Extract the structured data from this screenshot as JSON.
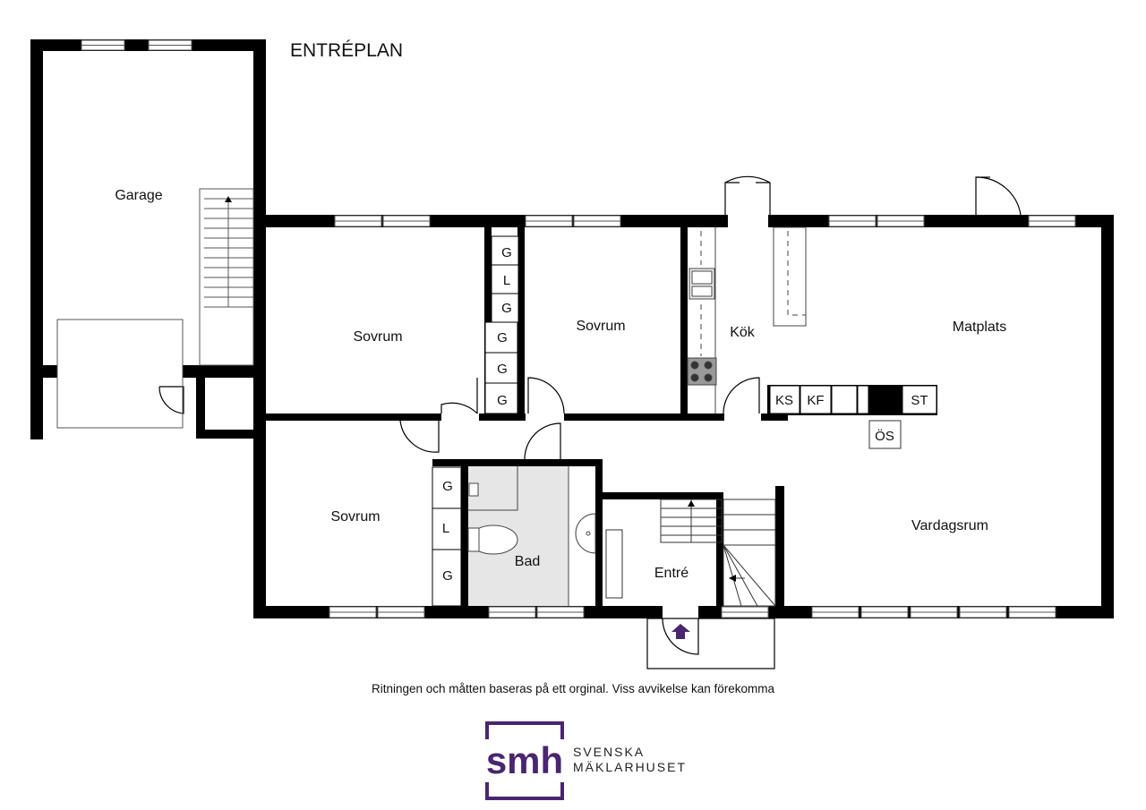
{
  "plan": {
    "title": "ENTRÉPLAN",
    "rooms": {
      "garage": "Garage",
      "sovrum_1": "Sovrum",
      "sovrum_2": "Sovrum",
      "sovrum_3": "Sovrum",
      "kok": "Kök",
      "matplats": "Matplats",
      "vardagsrum": "Vardagsrum",
      "bad": "Bad",
      "entre": "Entré"
    },
    "closets": {
      "c1": "G",
      "c2": "L",
      "c3": "G",
      "c4": "G",
      "c5": "G",
      "c6": "G",
      "c7": "G",
      "c8": "L",
      "c9": "G"
    },
    "appliances": {
      "ks": "KS",
      "kf": "KF",
      "st": "ST",
      "os": "ÖS"
    }
  },
  "footer": {
    "disclaimer": "Ritningen och måtten baseras på ett orginal. Viss avvikelse kan förekomma"
  },
  "logo": {
    "line1": "SVENSKA",
    "line2": "MÄKLARHUSET",
    "mark": "smh",
    "color": "#4a2570"
  }
}
